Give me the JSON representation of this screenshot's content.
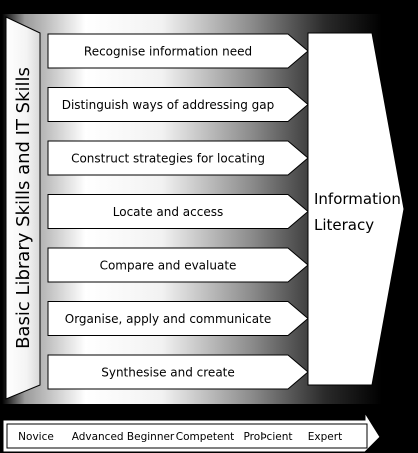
{
  "pillar": {
    "label": "Basic Library Skills and IT Skills"
  },
  "steps": [
    {
      "label": "Recognise information need"
    },
    {
      "label": "Distinguish ways of addressing gap"
    },
    {
      "label": "Construct strategies for locating"
    },
    {
      "label": "Locate and access"
    },
    {
      "label": "Compare and evaluate"
    },
    {
      "label": "Organise, apply and communicate"
    },
    {
      "label": "Synthesise and create"
    }
  ],
  "result": {
    "line1": "Information",
    "line2": "Literacy"
  },
  "scale": {
    "levels": [
      "Novice",
      "Advanced Beginner",
      "Competent",
      "ProÞcient",
      "Expert"
    ]
  },
  "colors": {
    "background": "#000000",
    "box_fill": "#ffffff",
    "text": "#000000",
    "gradient_light": "#ffffff",
    "gradient_dark": "#000000"
  }
}
